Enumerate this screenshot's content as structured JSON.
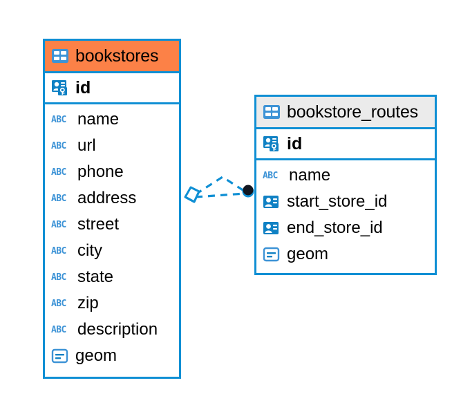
{
  "diagram": {
    "type": "entity-relationship-diagram",
    "background_color": "#ffffff",
    "accent_color": "#0f8fd4",
    "icon_color": "#3d93d6"
  },
  "entities": [
    {
      "name": "bookstores",
      "header_color": "#fc8147",
      "border_color": "#0f8fd4",
      "table_icon": "table-icon",
      "primary_key": {
        "label": "id",
        "icon": "primary-key-icon"
      },
      "fields": [
        {
          "label": "name",
          "icon": "abc-icon",
          "icon_text": "ABC"
        },
        {
          "label": "url",
          "icon": "abc-icon",
          "icon_text": "ABC"
        },
        {
          "label": "phone",
          "icon": "abc-icon",
          "icon_text": "ABC"
        },
        {
          "label": "address",
          "icon": "abc-icon",
          "icon_text": "ABC"
        },
        {
          "label": "street",
          "icon": "abc-icon",
          "icon_text": "ABC"
        },
        {
          "label": "city",
          "icon": "abc-icon",
          "icon_text": "ABC"
        },
        {
          "label": "state",
          "icon": "abc-icon",
          "icon_text": "ABC"
        },
        {
          "label": "zip",
          "icon": "abc-icon",
          "icon_text": "ABC"
        },
        {
          "label": "description",
          "icon": "abc-icon",
          "icon_text": "ABC"
        },
        {
          "label": "geom",
          "icon": "geometry-icon"
        }
      ]
    },
    {
      "name": "bookstore_routes",
      "header_color": "#ebebeb",
      "border_color": "#0f8fd4",
      "table_icon": "table-icon",
      "primary_key": {
        "label": "id",
        "icon": "primary-key-icon"
      },
      "fields": [
        {
          "label": "name",
          "icon": "abc-icon",
          "icon_text": "ABC"
        },
        {
          "label": "start_store_id",
          "icon": "foreign-key-icon"
        },
        {
          "label": "end_store_id",
          "icon": "foreign-key-icon"
        },
        {
          "label": "geom",
          "icon": "geometry-icon"
        }
      ]
    }
  ],
  "relationship": {
    "line_color": "#0f8fd4",
    "line_style": "dashed",
    "source_marker": "diamond-outline-marker",
    "target_marker": "filled-circle-marker"
  }
}
